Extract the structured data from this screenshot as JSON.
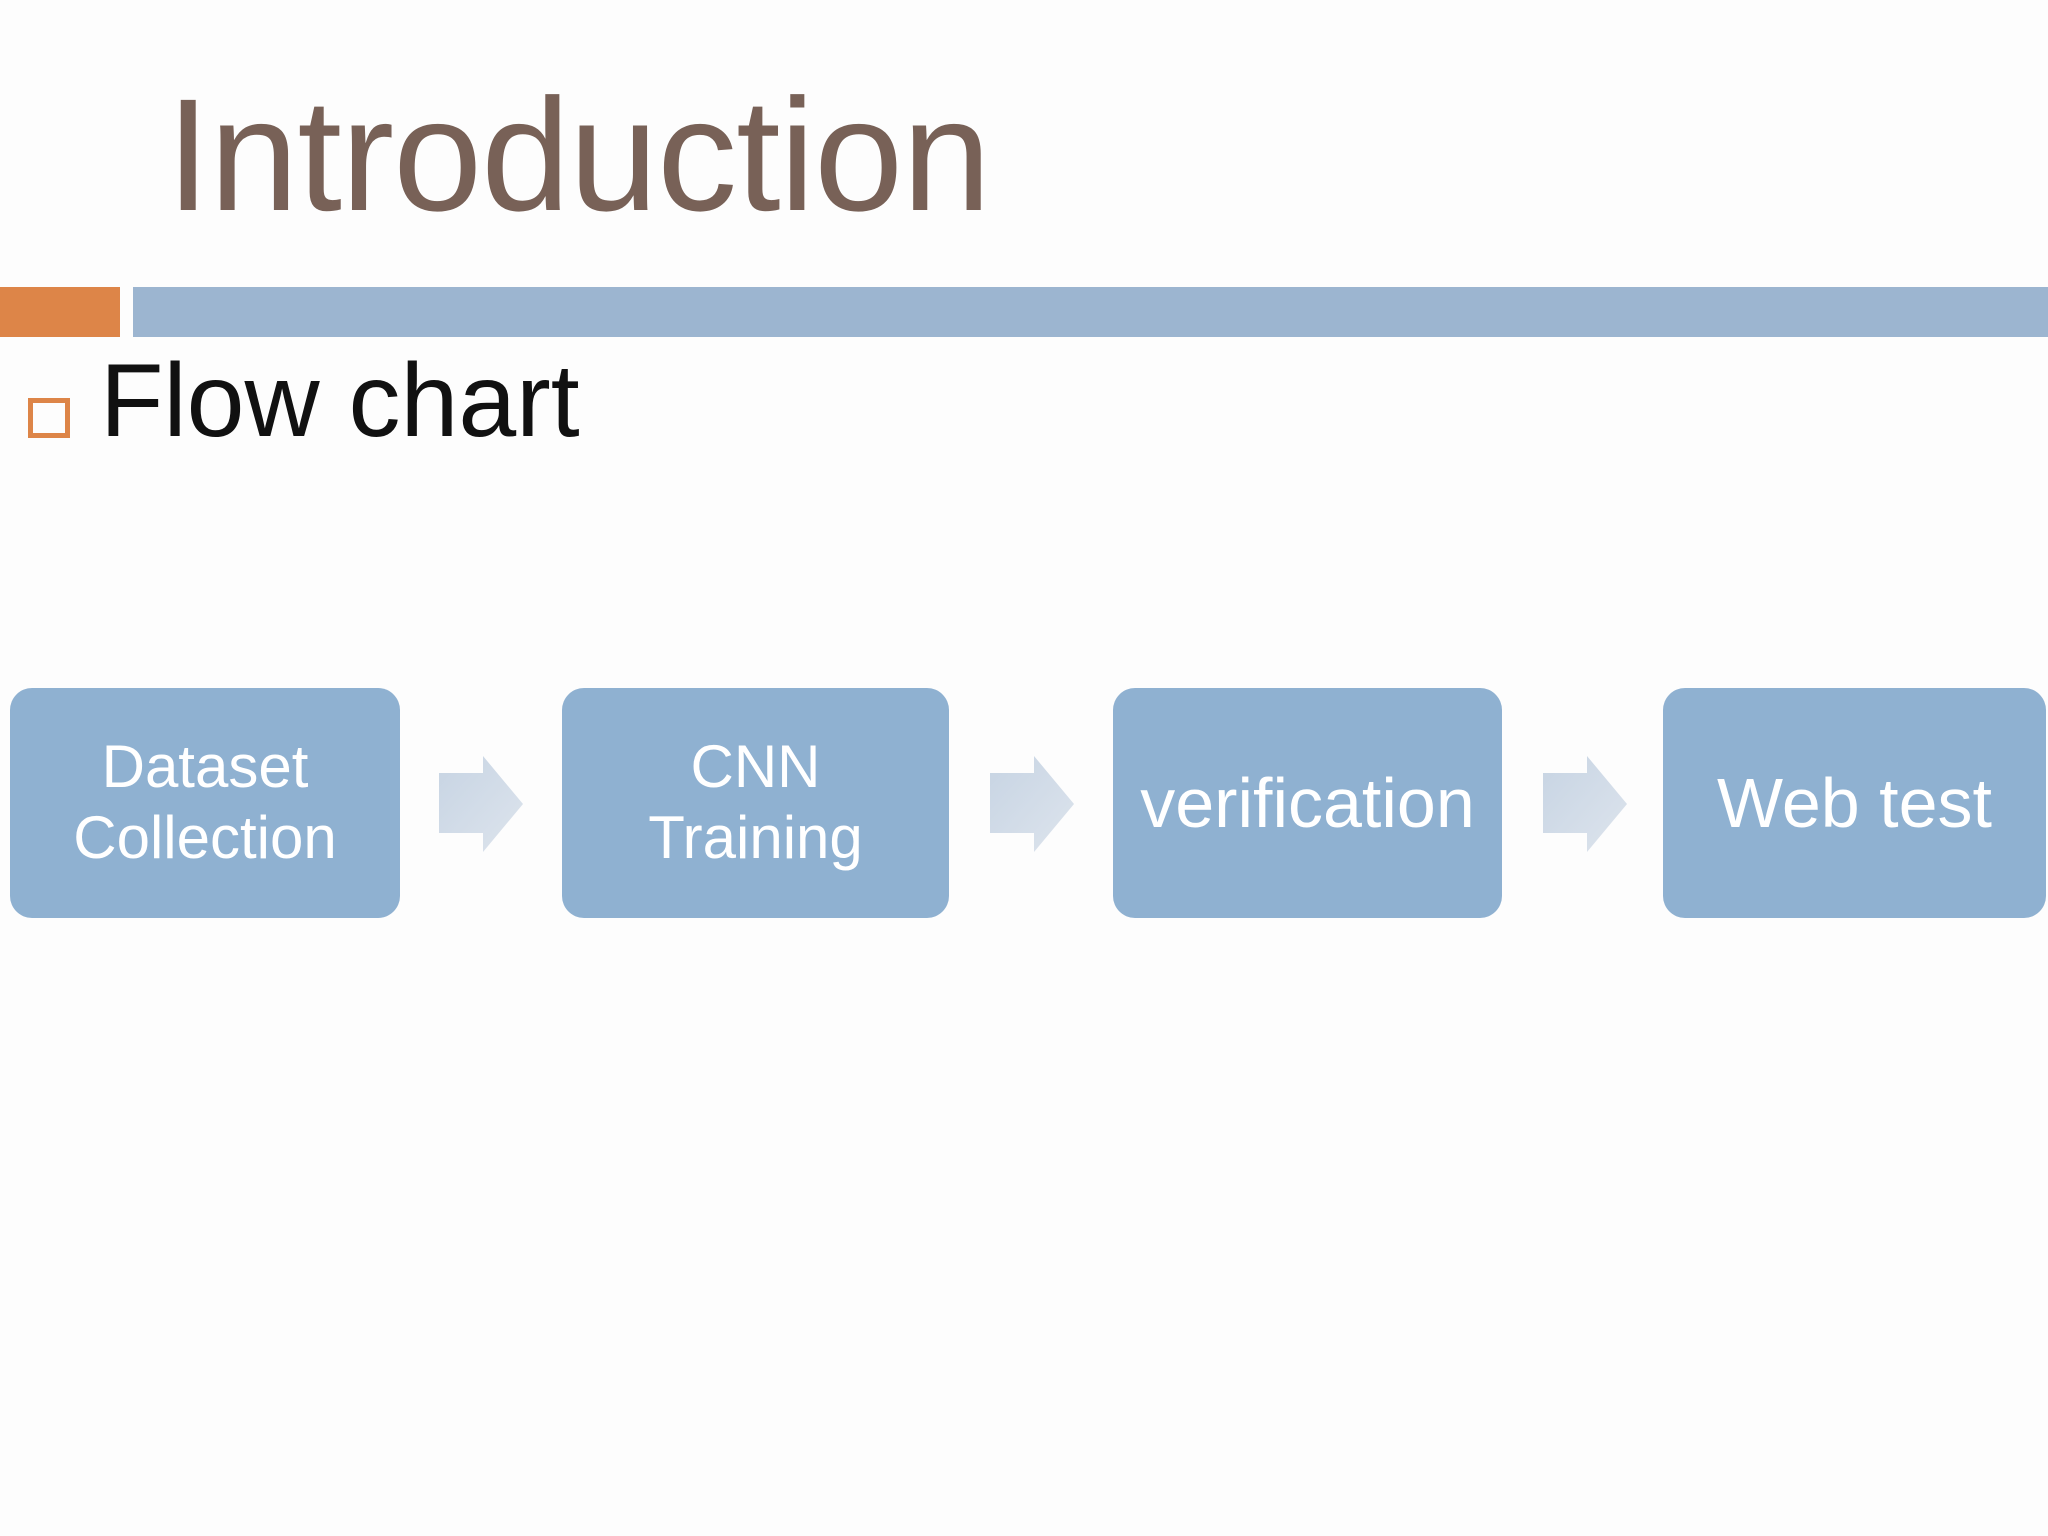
{
  "slide": {
    "title": "Introduction",
    "bullet_label": "Flow chart",
    "flowchart": {
      "steps": [
        {
          "name": "dataset-collection",
          "line1": "Dataset",
          "line2": "Collection"
        },
        {
          "name": "cnn-training",
          "line1": "CNN",
          "line2": "Training"
        },
        {
          "name": "verification",
          "line1": "verification"
        },
        {
          "name": "web-test",
          "line1": "Web test"
        }
      ]
    },
    "colors": {
      "accent_orange": "#DD8548",
      "accent_blue": "#9CB5D0",
      "shape_blue": "#8FB1D1",
      "arrow_grad_start": "#C7D4E3",
      "arrow_grad_end": "#DDE4ED",
      "title_brown": "#786157",
      "text_black": "#111111",
      "shape_text_white": "#FFFFFF",
      "slide_bg": "#FDFDFD"
    }
  }
}
